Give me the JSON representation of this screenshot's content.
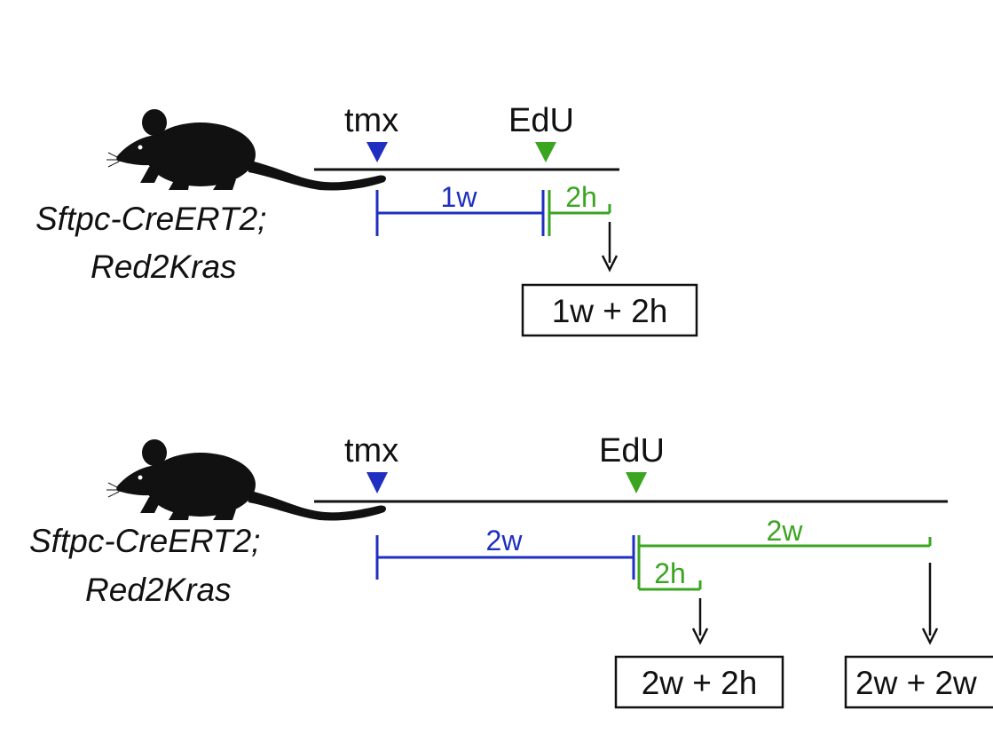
{
  "colors": {
    "black": "#111111",
    "blue": "#1f2fc0",
    "green": "#3aa51f",
    "background": "#ffffff"
  },
  "panels": [
    {
      "icon": "mouse-icon",
      "genotype": [
        "Sftpc-CreERT2;",
        "Red2Kras"
      ],
      "markers": {
        "tmx": "tmx",
        "edu": "EdU"
      },
      "durations": {
        "chase": "1w",
        "pulse": "2h"
      },
      "collections": [
        "1w + 2h"
      ]
    },
    {
      "icon": "mouse-icon",
      "genotype": [
        "Sftpc-CreERT2;",
        "Red2Kras"
      ],
      "markers": {
        "tmx": "tmx",
        "edu": "EdU"
      },
      "durations": {
        "chase": "2w",
        "pulse": "2h",
        "long_chase": "2w"
      },
      "collections": [
        "2w + 2h",
        "2w + 2w"
      ]
    }
  ]
}
